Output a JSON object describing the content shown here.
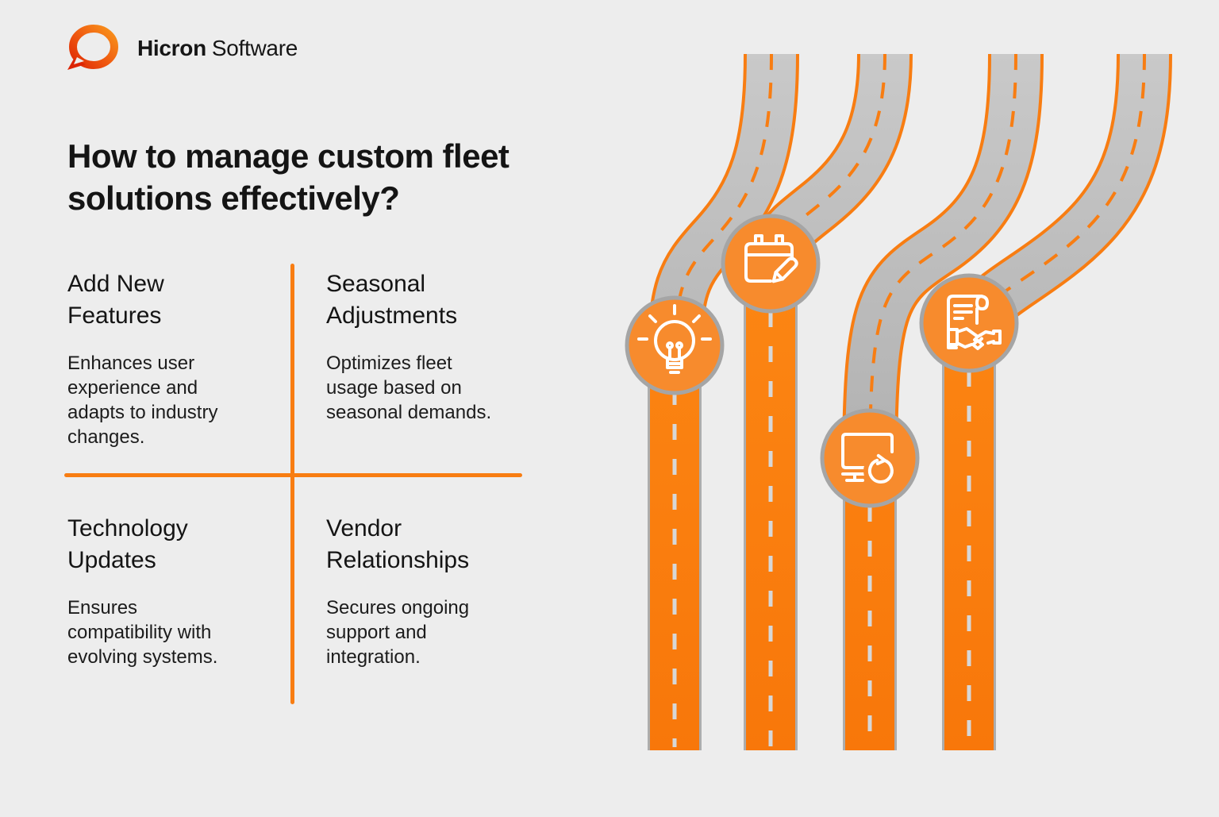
{
  "brand": {
    "name_bold": "Hicron",
    "name_regular": "Software"
  },
  "title": "How to manage custom fleet\nsolutions effectively?",
  "quadrants": [
    {
      "heading": "Add New\nFeatures",
      "body": "Enhances user\nexperience and\nadapts to industry\nchanges."
    },
    {
      "heading": "Seasonal\nAdjustments",
      "body": "Optimizes fleet\nusage based on\nseasonal demands."
    },
    {
      "heading": "Technology\nUpdates",
      "body": "Ensures\ncompatibility with\nevolving systems."
    },
    {
      "heading": "Vendor\nRelationships",
      "body": "Secures ongoing\nsupport and\nintegration."
    }
  ],
  "illustration": {
    "description": "Four winding roads, gray at top turning orange below circular milestone badges",
    "icons": [
      "lightbulb-icon",
      "calendar-edit-icon",
      "monitor-refresh-icon",
      "contract-handshake-icon"
    ]
  },
  "colors": {
    "background": "#EDEDED",
    "accent_orange": "#F87D12",
    "road_orange_light": "#FC8714",
    "road_orange_dark": "#F8770A",
    "icon_circle_orange": "#F78B2D",
    "road_gray_light": "#C9C9C9",
    "road_gray_dark": "#ACACAC",
    "icon_ring_gray": "#A5A5A5",
    "light_dash": "#D7D7D7",
    "text": "#161616",
    "logo_gradient_start": "#F8941C",
    "logo_gradient_end": "#DC2405"
  }
}
